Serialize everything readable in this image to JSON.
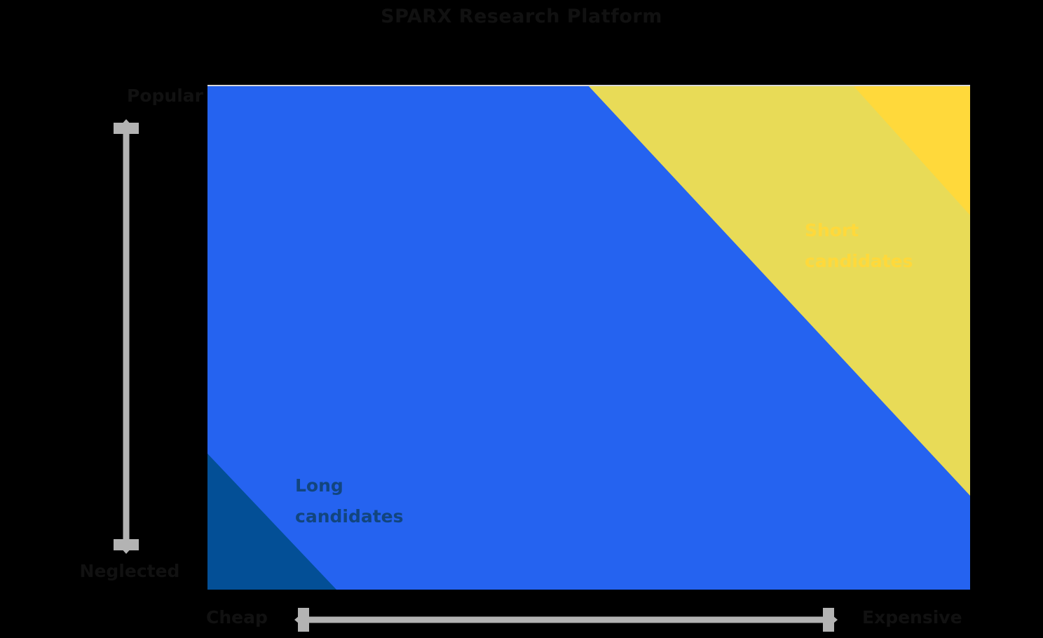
{
  "title": "SPARX Research Platform",
  "axes": {
    "y": {
      "top_label": "Popular",
      "bottom_label": "Neglected",
      "arrow_icon": "double-headed-vertical-arrow-icon",
      "arrow_color": "#b3b3b3"
    },
    "x": {
      "left_label": "Cheap",
      "right_label": "Expensive",
      "arrow_icon": "double-headed-horizontal-arrow-icon",
      "arrow_color": "#b3b3b3"
    }
  },
  "regions": [
    {
      "key": "long_candidates",
      "label": "Long\ncandidates",
      "fill": "#2563f0",
      "text_color": "#12457e"
    },
    {
      "key": "short_candidates",
      "label": "Short\ncandidates",
      "fill": "#e8db57",
      "text_color": "#ffd93b"
    },
    {
      "key": "deep_value",
      "label": "",
      "fill": "#034f96",
      "text_color": "#034f96"
    },
    {
      "key": "most_expensive",
      "label": "",
      "fill": "#ffd93b",
      "text_color": "#ffd93b"
    }
  ],
  "chart_data": {
    "type": "scatter",
    "title": "SPARX Research Platform",
    "xlabel": "",
    "ylabel": "",
    "xlim": [
      0,
      100
    ],
    "ylim": [
      0,
      100
    ],
    "grid": false,
    "legend": "none",
    "x_tick_labels": [
      "Cheap",
      "Expensive"
    ],
    "y_tick_labels": [
      "Neglected",
      "Popular"
    ],
    "background": "#2563f0",
    "annotations": [
      {
        "text": "Long candidates",
        "x": 11.5,
        "y": 22.0,
        "color": "#12457e"
      },
      {
        "text": "Short candidates",
        "x": 78.3,
        "y": 74.4,
        "color": "#ffd93b"
      }
    ],
    "shaded_regions": [
      {
        "name": "short candidates (upper-right wedge)",
        "color": "#e8db57",
        "polygon_pct": [
          [
            50.0,
            100.0
          ],
          [
            100.0,
            100.0
          ],
          [
            100.0,
            18.7
          ]
        ]
      },
      {
        "name": "most expensive (inner upper-right wedge)",
        "color": "#ffd93b",
        "polygon_pct": [
          [
            84.7,
            100.0
          ],
          [
            100.0,
            100.0
          ],
          [
            100.0,
            74.4
          ]
        ]
      },
      {
        "name": "long candidates (main field)",
        "color": "#2563f0",
        "polygon_pct": [
          [
            0.0,
            0.0
          ],
          [
            0.0,
            100.0
          ],
          [
            50.0,
            100.0
          ],
          [
            100.0,
            18.7
          ],
          [
            100.0,
            0.0
          ]
        ]
      },
      {
        "name": "cheapest / most neglected (lower-left wedge)",
        "color": "#034f96",
        "polygon_pct": [
          [
            0.0,
            0.0
          ],
          [
            0.0,
            27.0
          ],
          [
            16.9,
            0.0
          ]
        ]
      }
    ]
  }
}
